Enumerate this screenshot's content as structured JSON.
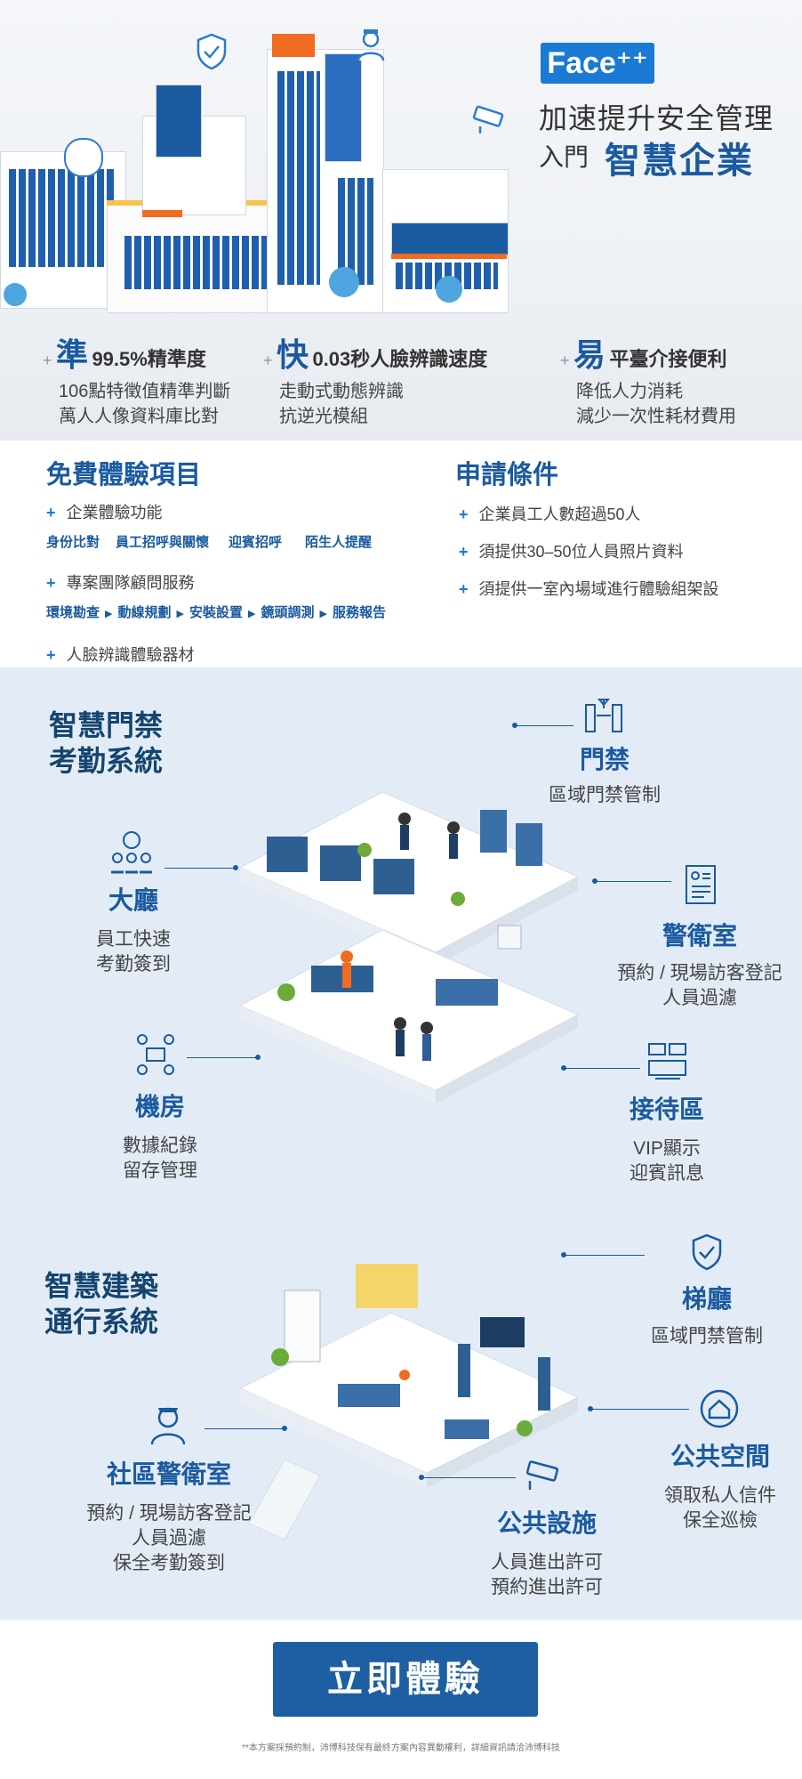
{
  "hero": {
    "brand": "Face⁺⁺",
    "title_line1": "加速提升安全管理",
    "title_prefix": "入門",
    "title_highlight": "智慧企業",
    "features": [
      {
        "big": "準",
        "sub": "99.5%精準度",
        "lines": [
          "106點特徵值精準判斷",
          "萬人人像資料庫比對"
        ]
      },
      {
        "big": "快",
        "sub": "0.03秒人臉辨識速度",
        "lines": [
          "走動式動態辨識",
          "抗逆光模組"
        ]
      },
      {
        "big": "易",
        "sub": "平臺介接便利",
        "lines": [
          "降低人力消耗",
          "減少一次性耗材費用"
        ]
      }
    ]
  },
  "free_trial": {
    "title": "免費體驗項目",
    "items": [
      {
        "label": "企業體驗功能",
        "subs": [
          "身份比對",
          "員工招呼與關懷",
          "迎賓招呼",
          "陌生人提醒"
        ]
      },
      {
        "label": "專案團隊顧問服務",
        "steps": [
          "環境勘查",
          "動線規劃",
          "安裝設置",
          "鏡頭調測",
          "服務報告"
        ]
      },
      {
        "label": "人臉辨識體驗器材"
      }
    ]
  },
  "conditions": {
    "title": "申請條件",
    "items": [
      "企業員工人數超過50人",
      "須提供30–50位人員照片資料",
      "須提供一室內場域進行體驗組架設"
    ]
  },
  "system1": {
    "title_lines": [
      "智慧門禁",
      "考勤系統"
    ],
    "labels": [
      {
        "title": "門禁",
        "lines": [
          "區域門禁管制"
        ]
      },
      {
        "title": "大廳",
        "lines": [
          "員工快速",
          "考勤簽到"
        ]
      },
      {
        "title": "警衛室",
        "lines": [
          "預約 / 現場訪客登記",
          "人員過濾"
        ]
      },
      {
        "title": "機房",
        "lines": [
          "數據紀錄",
          "留存管理"
        ]
      },
      {
        "title": "接待區",
        "lines": [
          "VIP顯示",
          "迎賓訊息"
        ]
      }
    ]
  },
  "system2": {
    "title_lines": [
      "智慧建築",
      "通行系統"
    ],
    "labels": [
      {
        "title": "梯廳",
        "lines": [
          "區域門禁管制"
        ]
      },
      {
        "title": "公共空間",
        "lines": [
          "領取私人信件",
          "保全巡檢"
        ]
      },
      {
        "title": "社區警衛室",
        "lines": [
          "預約 / 現場訪客登記",
          "人員過濾",
          "保全考勤簽到"
        ]
      },
      {
        "title": "公共設施",
        "lines": [
          "人員進出許可",
          "預約進出許可"
        ]
      }
    ]
  },
  "cta_label": "立即體驗",
  "footer_note": "**本方案採預約制，沛博科技保有最終方案內容異動權利，詳細資訊請洽沛博科技",
  "colors": {
    "primary": "#1a5aa0",
    "accent": "#f16b20",
    "panel": "#e3ecf6",
    "button": "#1e5fa3"
  }
}
